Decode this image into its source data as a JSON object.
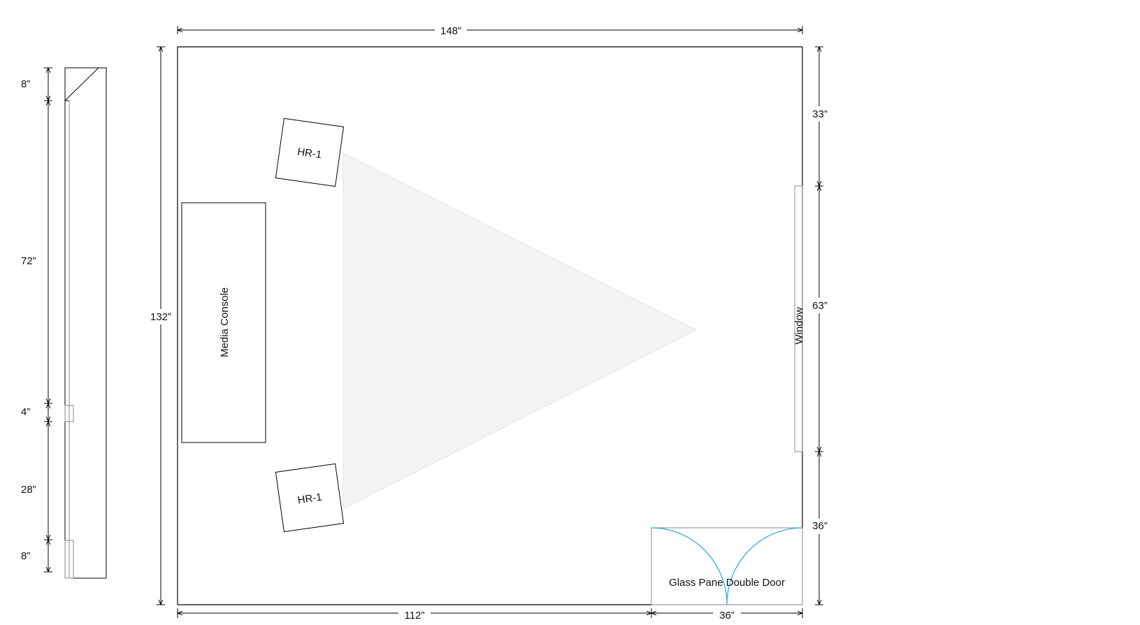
{
  "room": {
    "width_label": "148”",
    "height_label": "132”",
    "bottom_wall_label": "112”",
    "door_width_label": "36”"
  },
  "right_wall": {
    "segment_top_label": "33”",
    "segment_window_label": "63”",
    "segment_bottom_label": "36”"
  },
  "elevation": {
    "labels": [
      "8”",
      "72”",
      "4”",
      "28”",
      "8”"
    ]
  },
  "objects": {
    "speaker_top_label": "HR-1",
    "speaker_bottom_label": "HR-1",
    "console_label": "Media Console",
    "window_label": "Window",
    "door_label": "Glass Pane Double Door"
  },
  "colors": {
    "line": "#000000",
    "door_swing": "#29a8e0",
    "listening_triangle": "#f3f3f3"
  }
}
